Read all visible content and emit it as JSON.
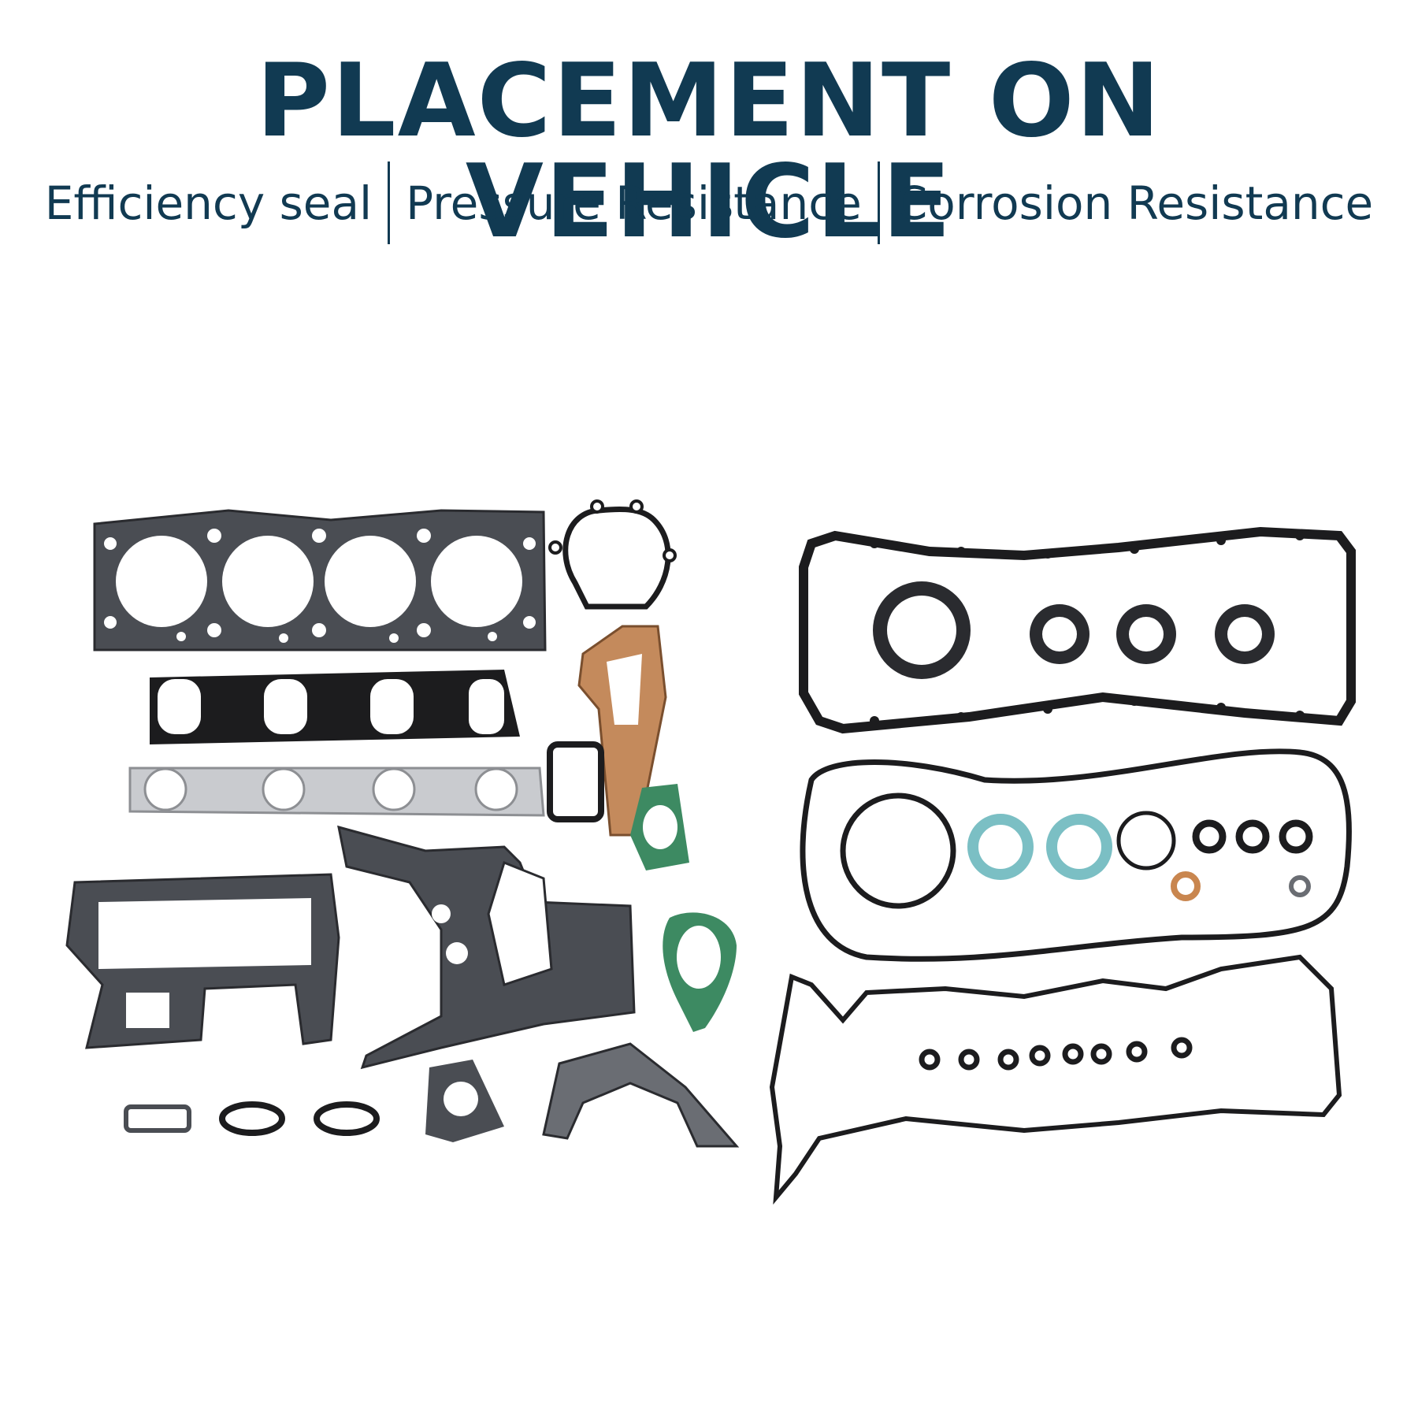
{
  "heading": {
    "title": "PLACEMENT ON VEHICLE",
    "features": [
      "Efficiency seal",
      "Pressure Resistance",
      "Corrosion Resistance"
    ]
  },
  "product": {
    "colors": {
      "dark_gasket": "#4a4d53",
      "black_rubber": "#1c1c1e",
      "silver_gasket": "#c9cbcf",
      "fiber_brown": "#c48a5c",
      "green_gasket": "#3d8a62",
      "teal_washer": "#7bbfc4",
      "copper_washer": "#c9864f"
    },
    "icons": [
      "head-gasket",
      "manifold-gasket",
      "o-ring",
      "oil-seal",
      "valve-cover-gasket",
      "timing-cover-gasket"
    ]
  }
}
